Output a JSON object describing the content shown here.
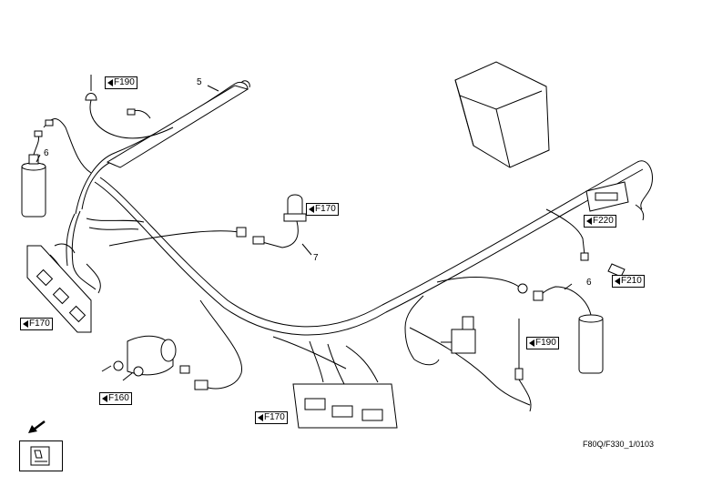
{
  "refs": {
    "f190_top": "F190",
    "f170_left": "F170",
    "f170_center": "F170",
    "f170_bottom": "F170",
    "f160": "F160",
    "f220": "F220",
    "f210": "F210",
    "f190_right": "F190"
  },
  "callouts": {
    "n5": "5",
    "n6_left": "6",
    "n7": "7",
    "n6_right": "6"
  },
  "drawing_code": "F80Q/F330_1/0103",
  "icons": {
    "back_nav": "back-to-index-icon",
    "nav_arrow": "arrow-down-left-icon"
  }
}
